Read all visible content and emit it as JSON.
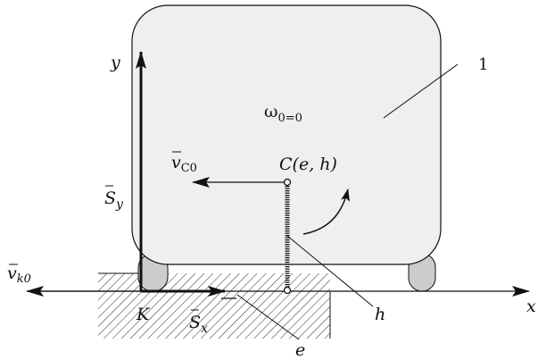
{
  "labels": {
    "body_number": "1",
    "omega": "ω",
    "omega_sub": "0=0",
    "center_label": "C(e, h)",
    "vc": "v",
    "vc_sub": "C0",
    "vk": "v",
    "vk_sub": "k0",
    "sy": "S",
    "sy_sub": "y",
    "sx": "S",
    "sx_sub": "x",
    "y_axis": "y",
    "x_axis": "x",
    "point_k": "K",
    "h_label": "h",
    "e_label": "e"
  },
  "colors": {
    "body_fill": "#efefef",
    "stroke": "#111111",
    "wheel_fill": "#cccccc"
  }
}
